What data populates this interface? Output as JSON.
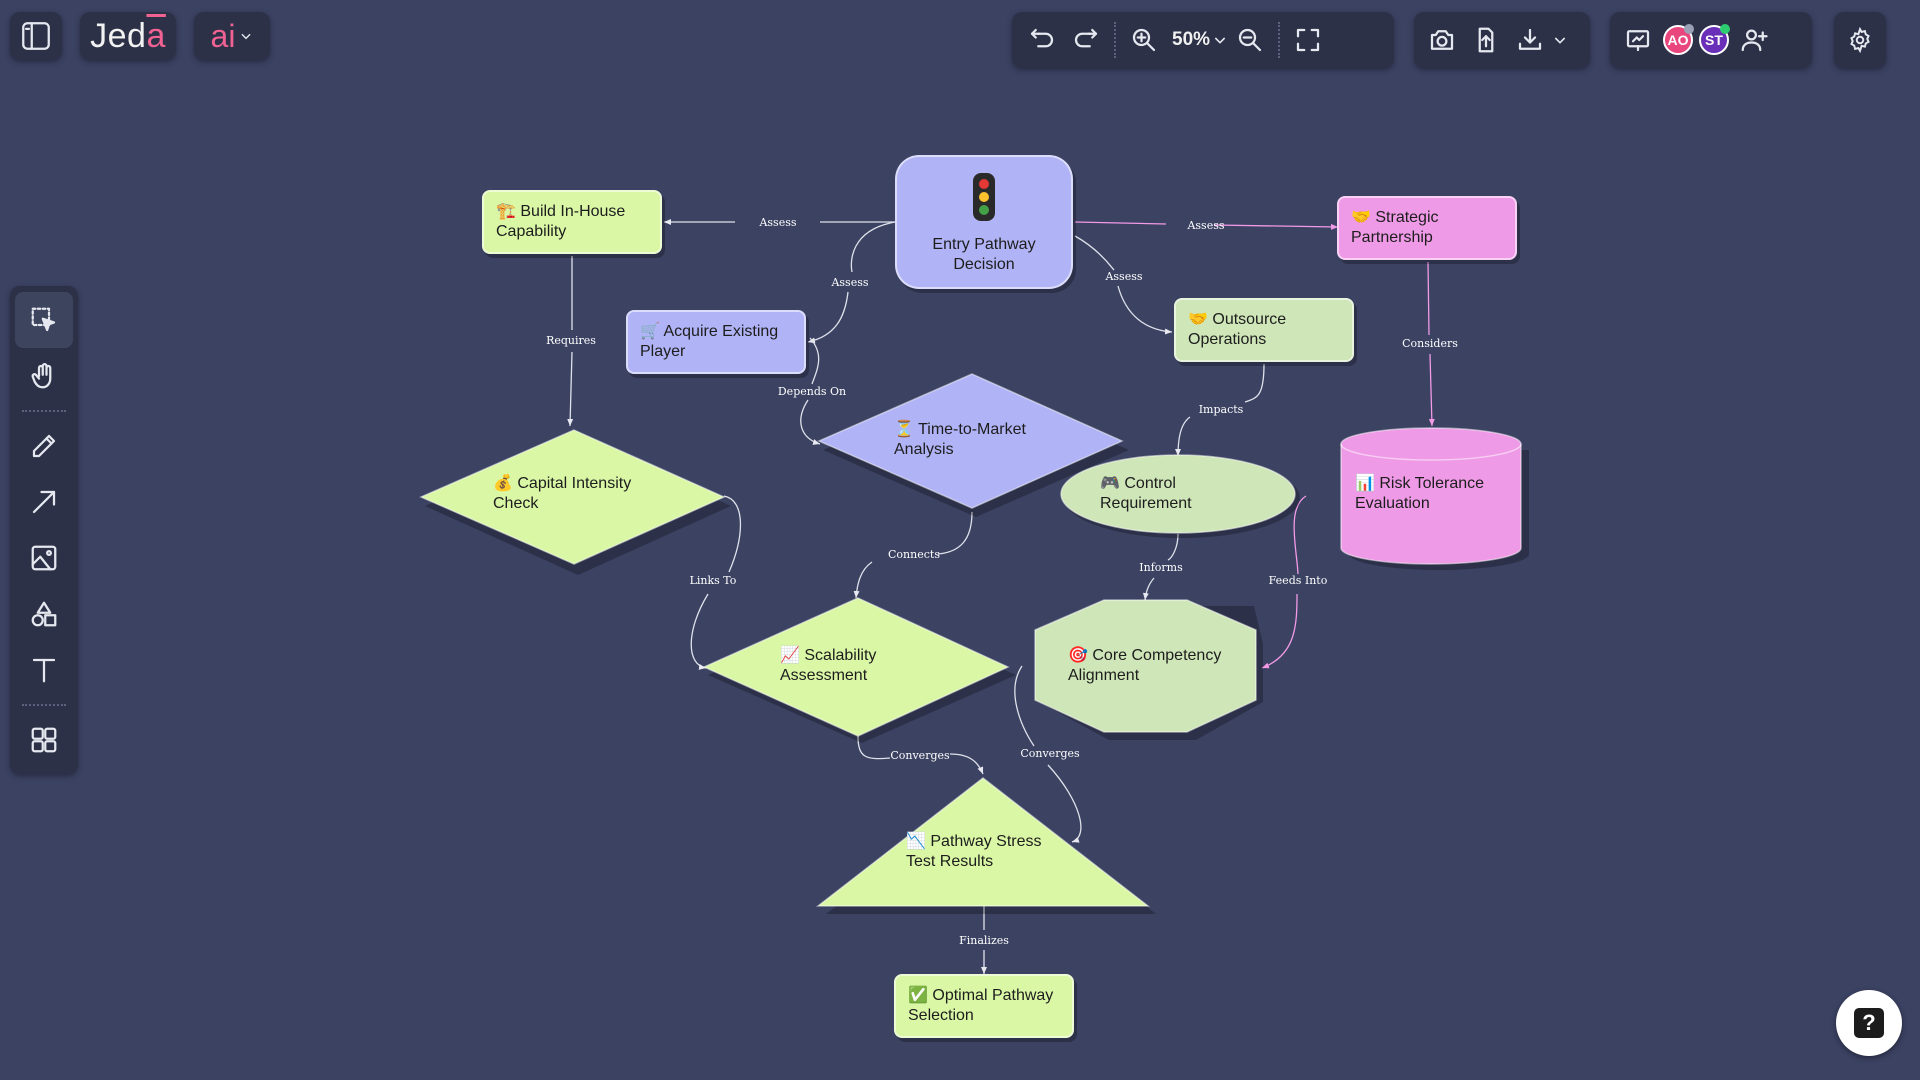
{
  "app": {
    "brand_main": "Jed",
    "brand_accent": "a",
    "ai_label": "ai"
  },
  "toolbar": {
    "zoom": "50%"
  },
  "collaborators": [
    {
      "initials": "AO",
      "color": "#e8467c",
      "status_color": "#9aa0b5"
    },
    {
      "initials": "ST",
      "color": "#6a2fb8",
      "status_color": "#2ecc71"
    }
  ],
  "icons": {
    "sidebar_toggle": "sidebar-icon",
    "undo": "undo-icon",
    "redo": "redo-icon",
    "zoom_in": "zoom-in-icon",
    "zoom_out": "zoom-out-icon",
    "fullscreen": "fullscreen-icon",
    "screenshot": "camera-icon",
    "upload": "upload-icon",
    "download": "download-icon",
    "present": "present-icon",
    "add_user": "add-user-icon",
    "settings": "gear-icon",
    "help": "help-icon"
  },
  "tools": [
    "select",
    "hand",
    "pen",
    "arrow",
    "image",
    "shapes",
    "text",
    "components"
  ],
  "diagram": {
    "nodes": {
      "entry": "Entry Pathway\nDecision",
      "build": "🏗️ Build In-House\nCapability",
      "acquire": "🛒 Acquire Existing\nPlayer",
      "strategic": "🤝 Strategic\nPartnership",
      "outsource": "🤝 Outsource\nOperations",
      "time": "⏳ Time-to-Market\nAnalysis",
      "capital": "💰 Capital Intensity\nCheck",
      "control": "🎮 Control\nRequirement",
      "risk": "📊 Risk Tolerance\nEvaluation",
      "scalability": "📈 Scalability\nAssessment",
      "core": "🎯 Core Competency\nAlignment",
      "stress": "📉 Pathway Stress\nTest Results",
      "optimal": "✅ Optimal Pathway\nSelection"
    },
    "edges": {
      "assess1": "Assess",
      "assess2": "Assess",
      "assess3": "Assess",
      "assess4": "Assess",
      "requires": "Requires",
      "depends_on": "Depends On",
      "considers": "Considers",
      "impacts": "Impacts",
      "connects": "Connects",
      "informs": "Informs",
      "links_to": "Links To",
      "feeds_into": "Feeds Into",
      "converges1": "Converges",
      "converges2": "Converges",
      "finalizes": "Finalizes"
    }
  },
  "colors": {
    "canvas": "#3b4262",
    "green": "#daf7a6",
    "lavender": "#b0b3f5",
    "pink": "#ef9ae6",
    "sage": "#cfe6b8"
  }
}
